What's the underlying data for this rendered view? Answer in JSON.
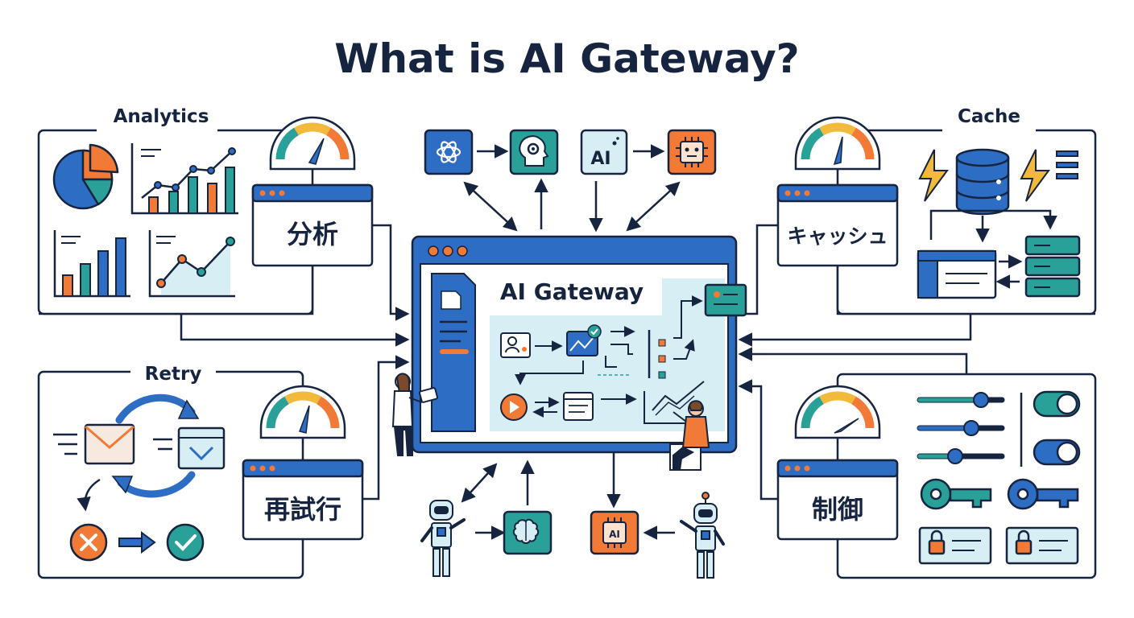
{
  "title": "What is AI Gateway?",
  "center": {
    "title": "AI Gateway"
  },
  "panels": {
    "analytics": {
      "label": "Analytics",
      "jp_label": "分析"
    },
    "retry": {
      "label": "Retry",
      "jp_label": "再試行"
    },
    "cache": {
      "label": "Cache",
      "jp_label": "キャッシュ"
    },
    "control": {
      "jp_label": "制御"
    }
  },
  "top_icons": {
    "ai_badge": "AI"
  },
  "bottom_icons": {
    "chip_badge": "AI"
  },
  "colors": {
    "navy": "#16243f",
    "blue": "#2e6dc4",
    "teal": "#2aa198",
    "orange": "#f07a36",
    "yellow": "#f2b93b",
    "light_blue": "#d7eef5"
  }
}
